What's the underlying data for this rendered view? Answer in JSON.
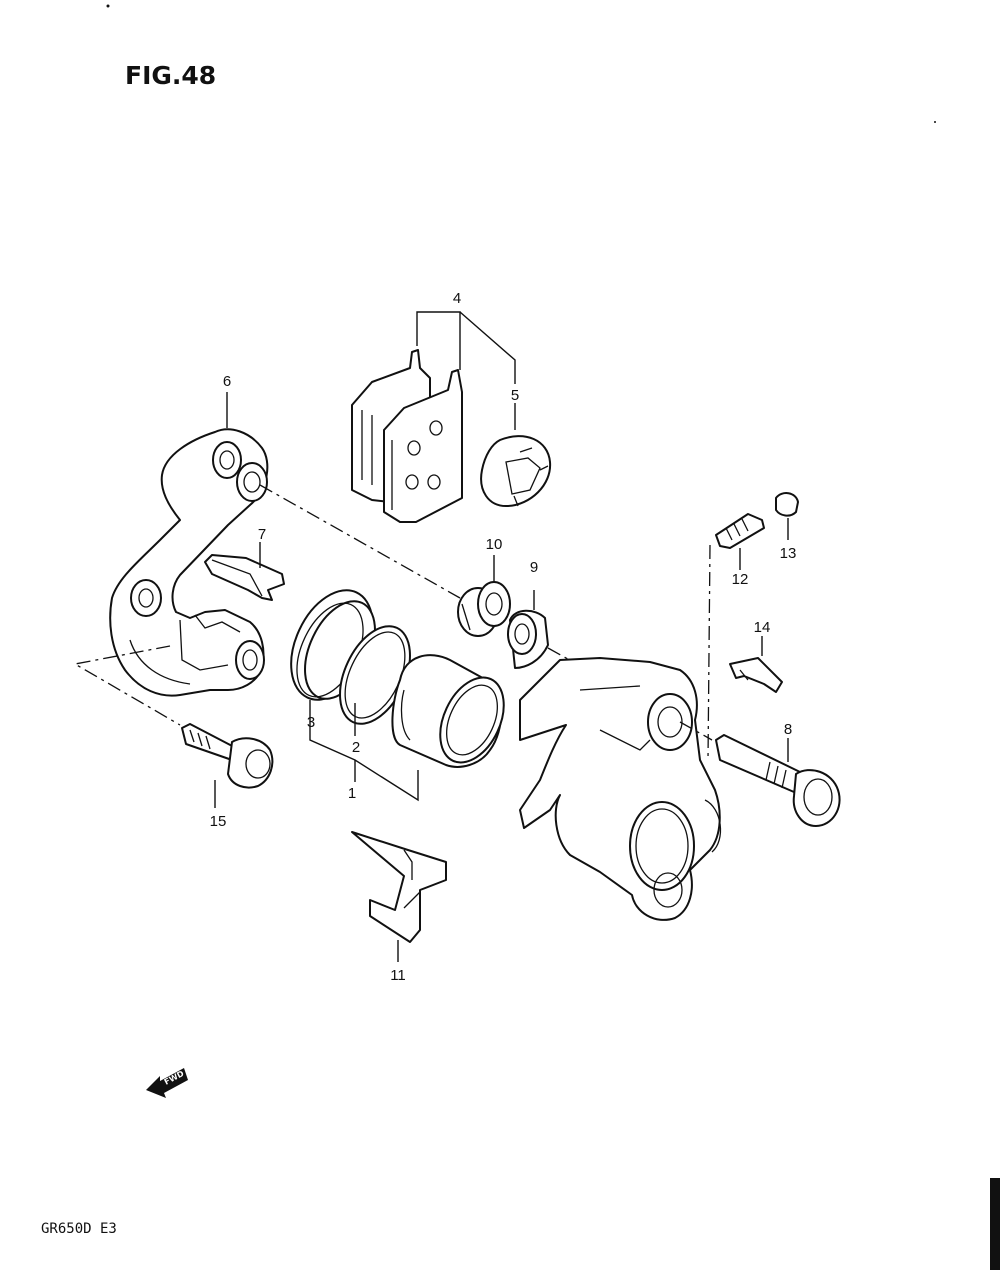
{
  "figure": {
    "title": "FIG.48",
    "model_code": "GR650D E3",
    "fwd_label": "FWD"
  },
  "callouts": {
    "c1": "1",
    "c2": "2",
    "c3": "3",
    "c4": "4",
    "c5": "5",
    "c6": "6",
    "c7": "7",
    "c8": "8",
    "c9": "9",
    "c10": "10",
    "c11": "11",
    "c12": "12",
    "c13": "13",
    "c14": "14",
    "c15": "15"
  },
  "colors": {
    "ink": "#111111",
    "paper": "#ffffff"
  }
}
